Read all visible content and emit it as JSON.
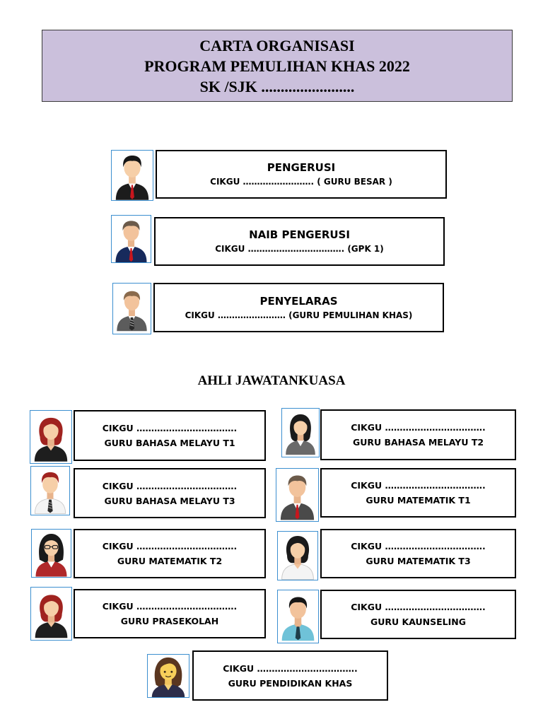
{
  "header": {
    "line1": "CARTA ORGANISASI",
    "line2": "PROGRAM PEMULIHAN KHAS 2022",
    "line3": "SK /SJK ........................"
  },
  "leaders": [
    {
      "role": "PENGERUSI",
      "line": "CIKGU …………………….  ( GURU BESAR )",
      "icon": "man-suit-red-tie-icon"
    },
    {
      "role": "NAIB PENGERUSI",
      "line": "CIKGU ……………………………. (GPK 1)",
      "icon": "man-navy-suit-icon"
    },
    {
      "role": "PENYELARAS",
      "line": "CIKGU …………………… (GURU PEMULIHAN KHAS)",
      "icon": "man-grey-suit-icon"
    }
  ],
  "committee_title": "AHLI JAWATANKUASA",
  "members": [
    {
      "name": "CIKGU …………………………….",
      "role": "GURU BAHASA MELAYU T1",
      "icon": "woman-red-hair-icon"
    },
    {
      "name": "CIKGU  …………………………….",
      "role": "GURU BAHASA MELAYU T2",
      "icon": "woman-dark-hair-icon"
    },
    {
      "name": "CIKGU  …………………………….",
      "role": "GURU BAHASA MELAYU T3",
      "icon": "man-red-hair-shirt-icon"
    },
    {
      "name": "CIKGU …………………………….",
      "role": "GURU MATEMATIK T1",
      "icon": "man-suit-icon"
    },
    {
      "name": "CIKGU …………………………….",
      "role": "GURU MATEMATIK T2",
      "icon": "woman-glasses-icon"
    },
    {
      "name": "CIKGU …………………………….",
      "role": "GURU MATEMATIK T3",
      "icon": "woman-white-top-icon"
    },
    {
      "name": "CIKGU …………………………….",
      "role": "GURU PRASEKOLAH",
      "icon": "woman-red-hair-icon"
    },
    {
      "name": "CIKGU …………………………….",
      "role": "GURU KAUNSELING",
      "icon": "man-blue-shirt-icon"
    },
    {
      "name": "CIKGU …………………………….",
      "role": "GURU PENDIDIKAN KHAS",
      "icon": "woman-emoji-icon"
    }
  ],
  "colors": {
    "header_bg": "#cbc0dc",
    "avatar_border": "#3c8fd0",
    "card_border": "#000000"
  }
}
